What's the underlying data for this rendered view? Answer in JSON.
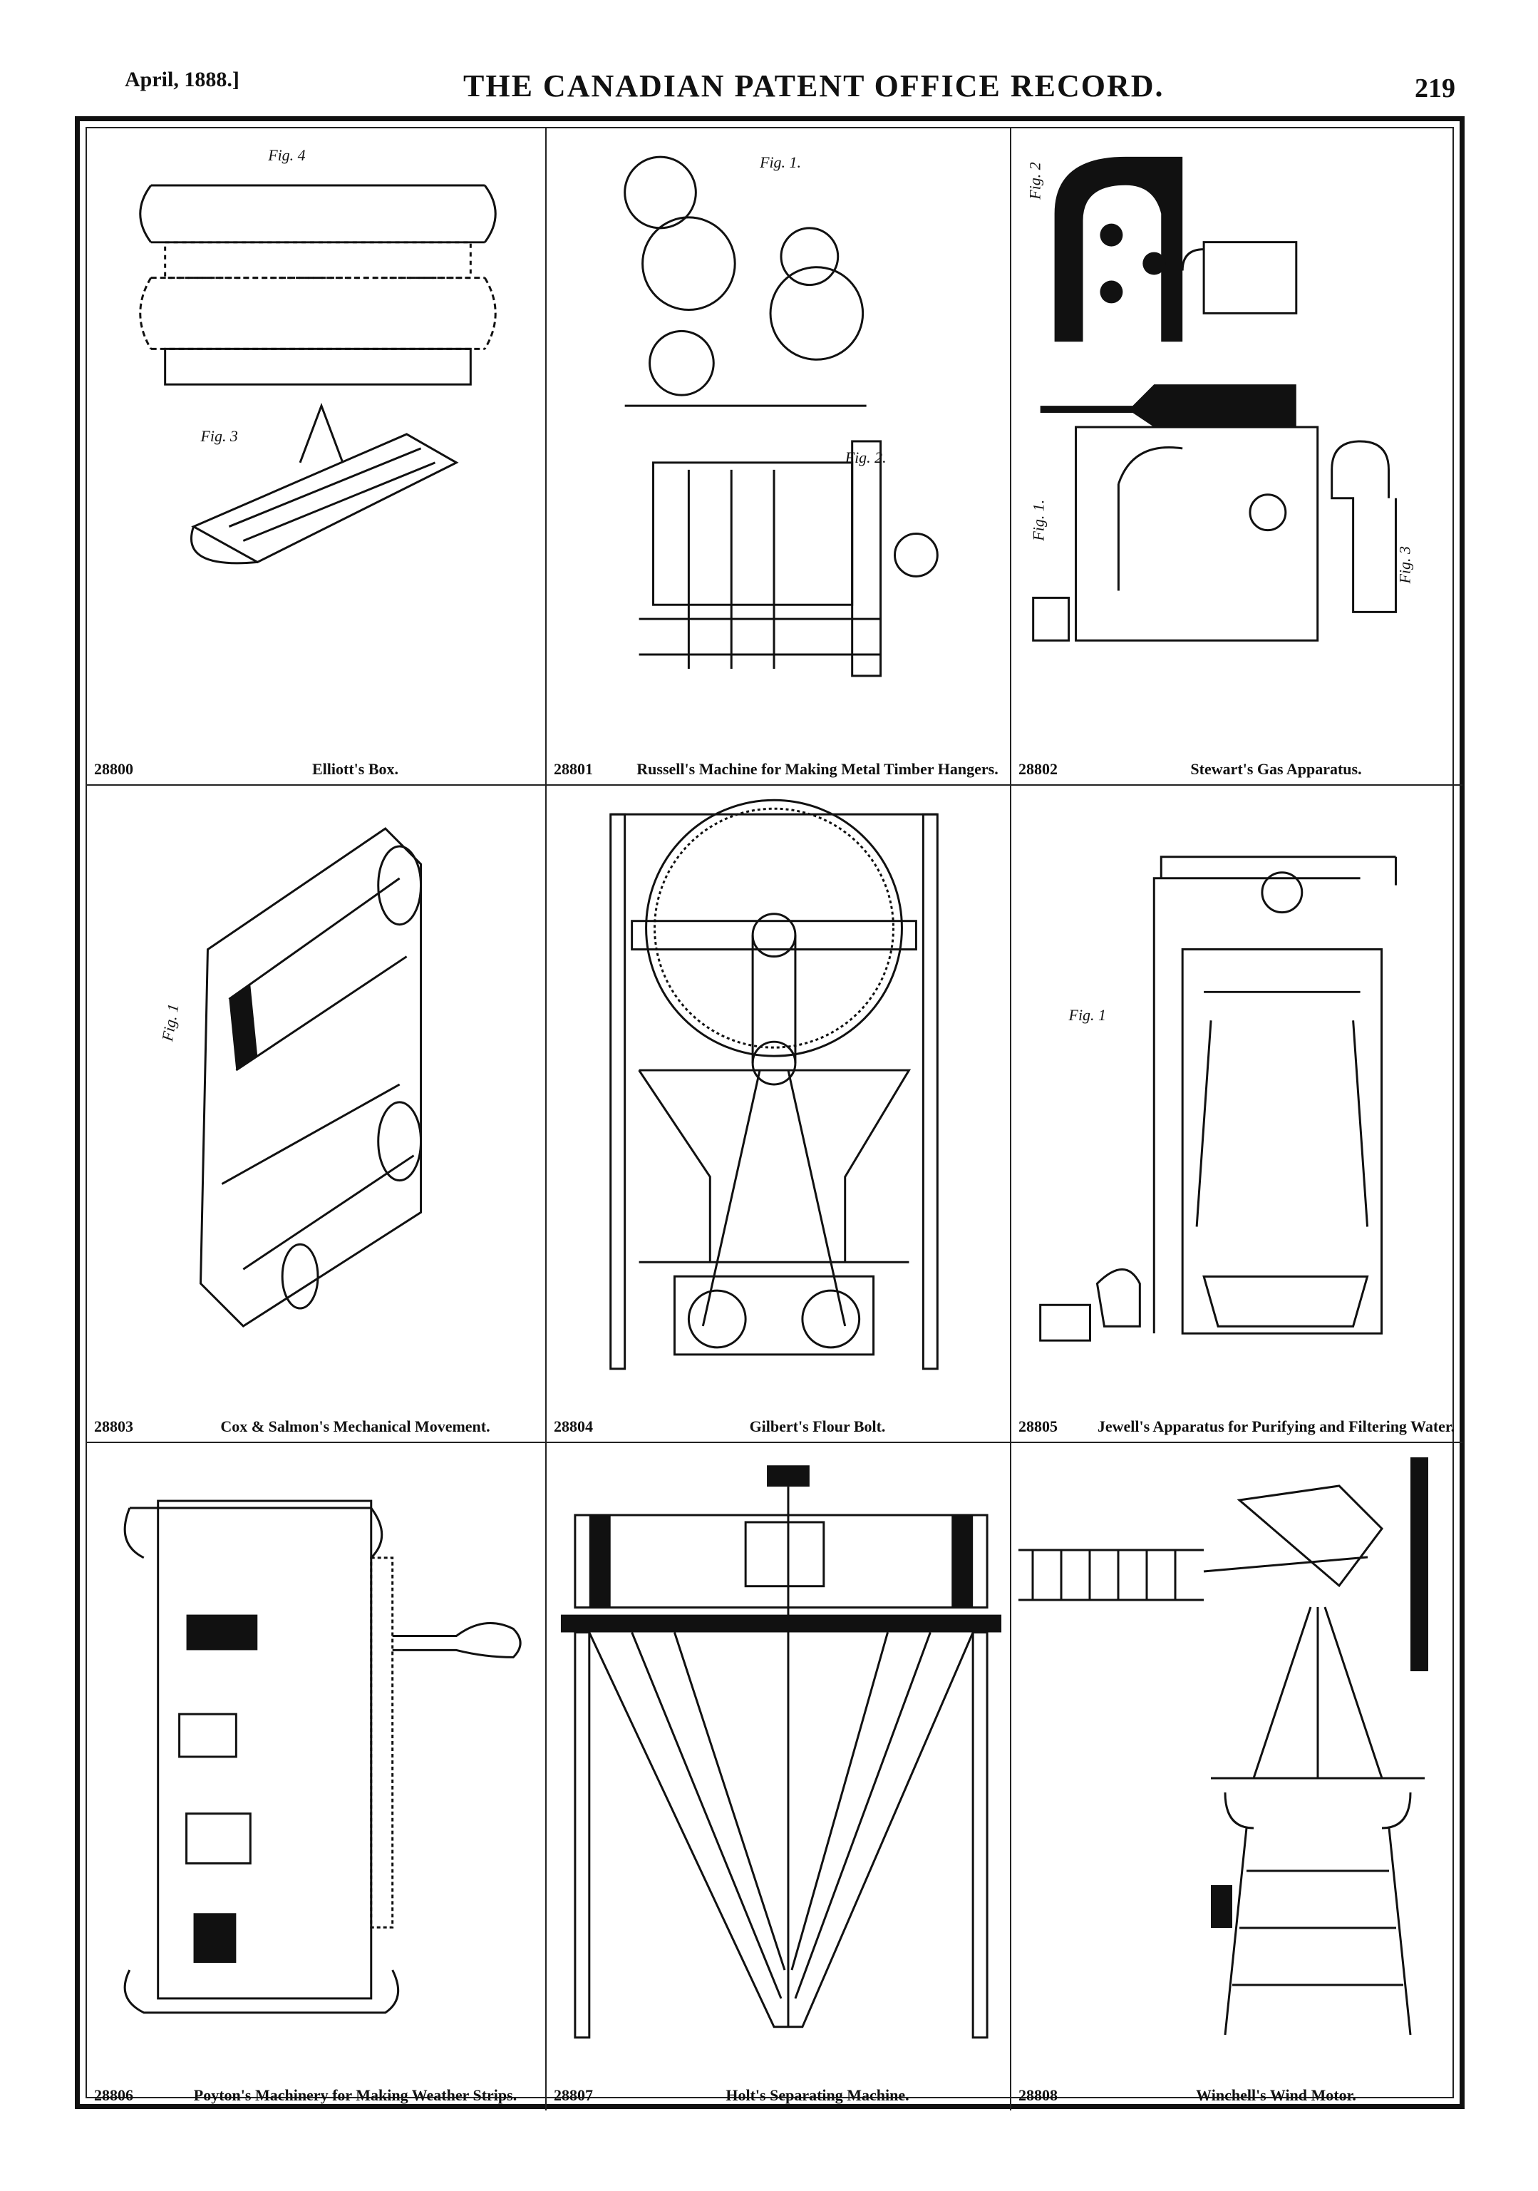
{
  "header": {
    "date": "April, 1888.]",
    "title": "THE CANADIAN PATENT OFFICE RECORD.",
    "page": "219"
  },
  "patents": [
    {
      "number": "28800",
      "title": "Elliott's Box.",
      "figures": [
        "Fig. 4",
        "Fig. 3"
      ]
    },
    {
      "number": "28801",
      "title": "Russell's Machine for Making Metal Timber Hangers.",
      "figures": [
        "Fig. 1.",
        "Fig. 2."
      ]
    },
    {
      "number": "28802",
      "title": "Stewart's Gas Apparatus.",
      "figures": [
        "Fig. 2",
        "Fig. 1.",
        "Fig. 3"
      ]
    },
    {
      "number": "28803",
      "title": "Cox & Salmon's Mechanical Movement.",
      "figures": [
        "Fig. 1"
      ]
    },
    {
      "number": "28804",
      "title": "Gilbert's Flour Bolt.",
      "figures": []
    },
    {
      "number": "28805",
      "title": "Jewell's Apparatus for Purifying and Filtering Water.",
      "figures": [
        "Fig. 1"
      ]
    },
    {
      "number": "28806",
      "title": "Poyton's Machinery for Making Weather Strips.",
      "figures": []
    },
    {
      "number": "28807",
      "title": "Holt's Separating Machine.",
      "figures": []
    },
    {
      "number": "28808",
      "title": "Winchell's Wind Motor.",
      "figures": []
    }
  ]
}
